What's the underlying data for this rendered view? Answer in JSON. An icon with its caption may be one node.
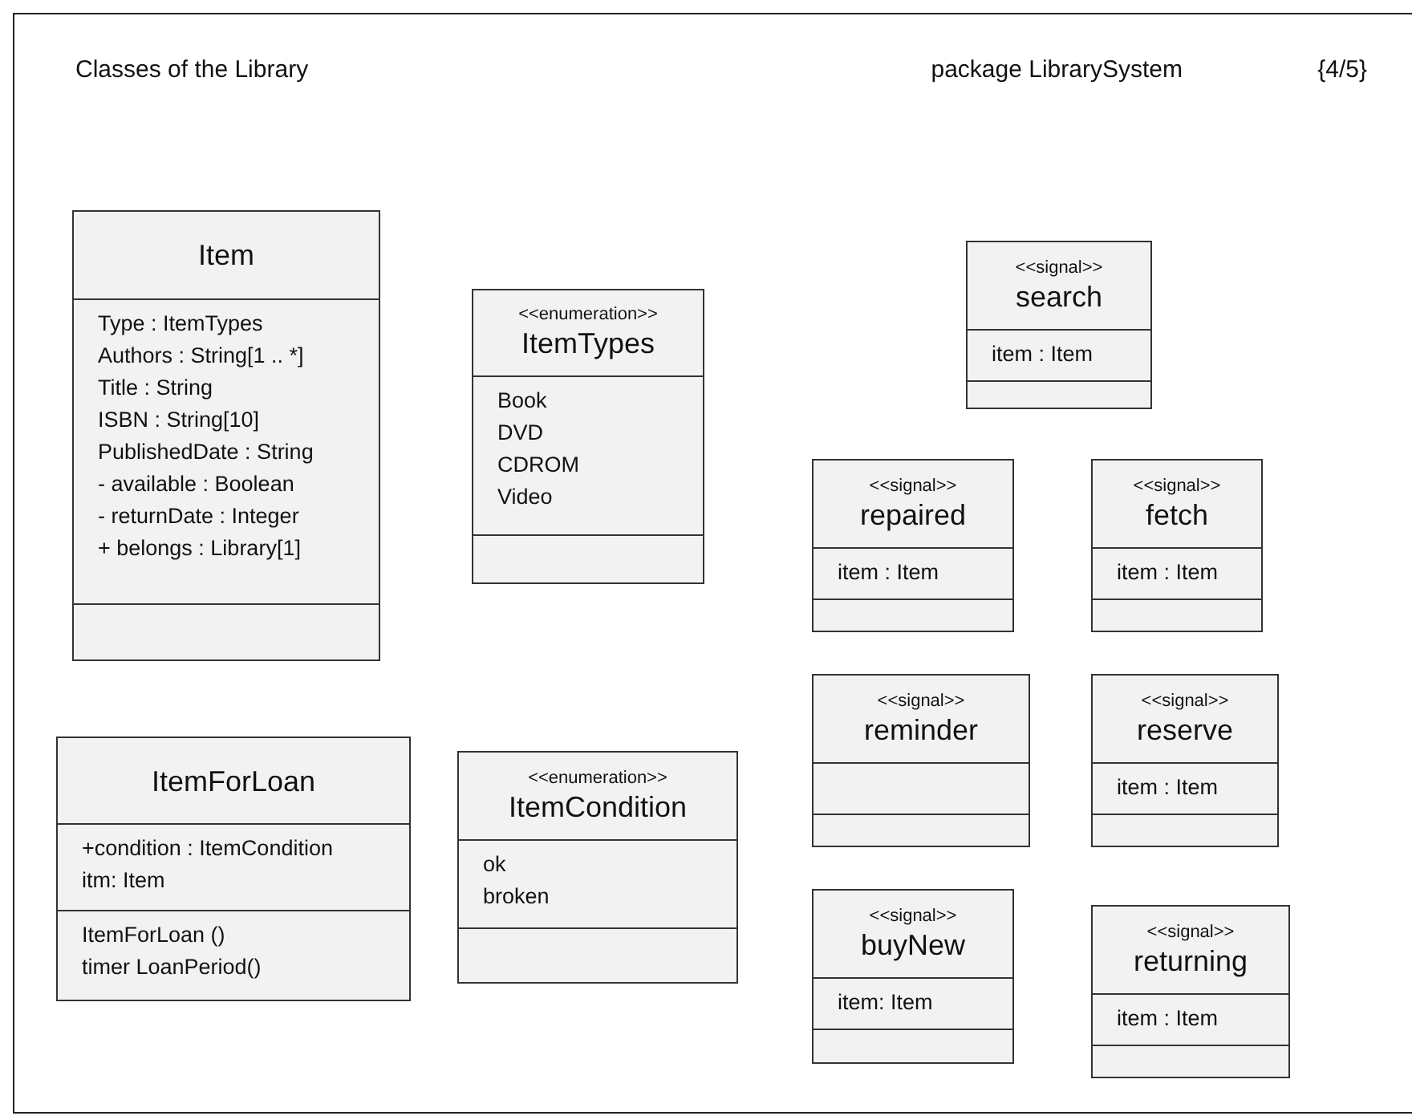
{
  "diagram": {
    "title": "Classes of the Library",
    "nodes": [
      {
        "text": [
          "Item",
          "Type : ItemTypes",
          "Authors : String[1 .. *]",
          "Title : String",
          "ISBN : String[10]",
          "PublishedDate : String",
          "- available : Boolean",
          "- returnDate : Integer",
          "+ belongs : Library[1]"
        ]
      },
      {
        "text": [
          "<<enumeration>>",
          "ItemTypes",
          "Book",
          "DVD",
          "CDROM",
          "Video"
        ]
      },
      {
        "text": [
          "ItemForLoan",
          "+condition : ItemCondition",
          "itm: Item",
          "ItemForLoan ()",
          "timer LoanPeriod()"
        ]
      },
      {
        "text": [
          "<<enumeration>>",
          "ItemCondition",
          "ok",
          "broken"
        ]
      },
      {
        "text": [
          "<<signal>>",
          "search",
          "item : Item"
        ]
      },
      {
        "text": [
          "<<signal>>",
          "repaired",
          "item : Item"
        ]
      },
      {
        "text": [
          "<<signal>>",
          "fetch",
          "item : Item"
        ]
      },
      {
        "text": [
          "<<signal>>",
          "reminder"
        ]
      },
      {
        "text": [
          "<<signal>>",
          "reserve",
          "item : Item"
        ]
      },
      {
        "text": [
          "<<signal>>",
          "buyNew",
          "item: Item"
        ]
      },
      {
        "text": [
          "<<signal>>",
          "returning",
          "item : Item"
        ]
      }
    ],
    "edges": [],
    "labels": [
      "package LibrarySystem",
      "{4/5}"
    ]
  }
}
